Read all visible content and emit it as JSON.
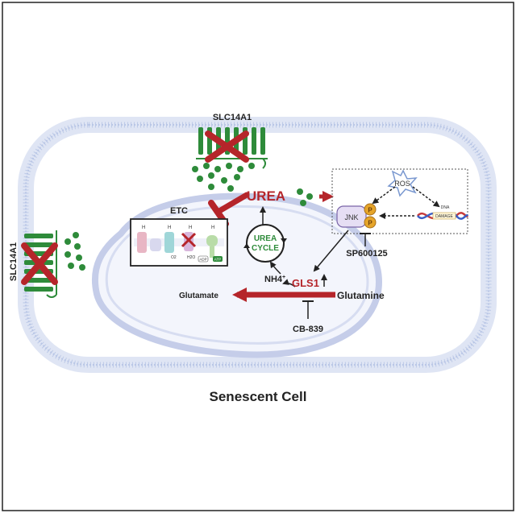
{
  "title": "Senescent Cell",
  "transporter_top_label": "SLC14A1",
  "transporter_left_label": "SLC14A1",
  "urea_label": "UREA",
  "urea_cycle_line1": "UREA",
  "urea_cycle_line2": "CYCLE",
  "etc_label": "ETC",
  "ros_label": "ROS",
  "jnk_label": "JNK",
  "phospho_label": "P",
  "dna_label": "DNA",
  "damage_label": "DAMAGE",
  "sp_label": "SP600125",
  "nh4_label": "NH4",
  "nh4_charge": "+",
  "gls1_label": "GLS1",
  "glutamate_label": "Glutamate",
  "glutamine_label": "Glutamine",
  "cb_label": "CB-839",
  "etc_h_label": "H",
  "etc_h_charge": "+",
  "etc_atp_label": "ATP",
  "etc_adp_label": "ADP",
  "etc_o2_label": "O2",
  "etc_h2o_label": "H2O",
  "colors": {
    "red": "#b5252a",
    "green": "#2e8b3a",
    "membrane": "#b9c6e6",
    "mito": "#c5cde9",
    "jnk_box": "#cdbfe6",
    "phospho": "#e6a52a",
    "ros": "#7a98d0"
  }
}
